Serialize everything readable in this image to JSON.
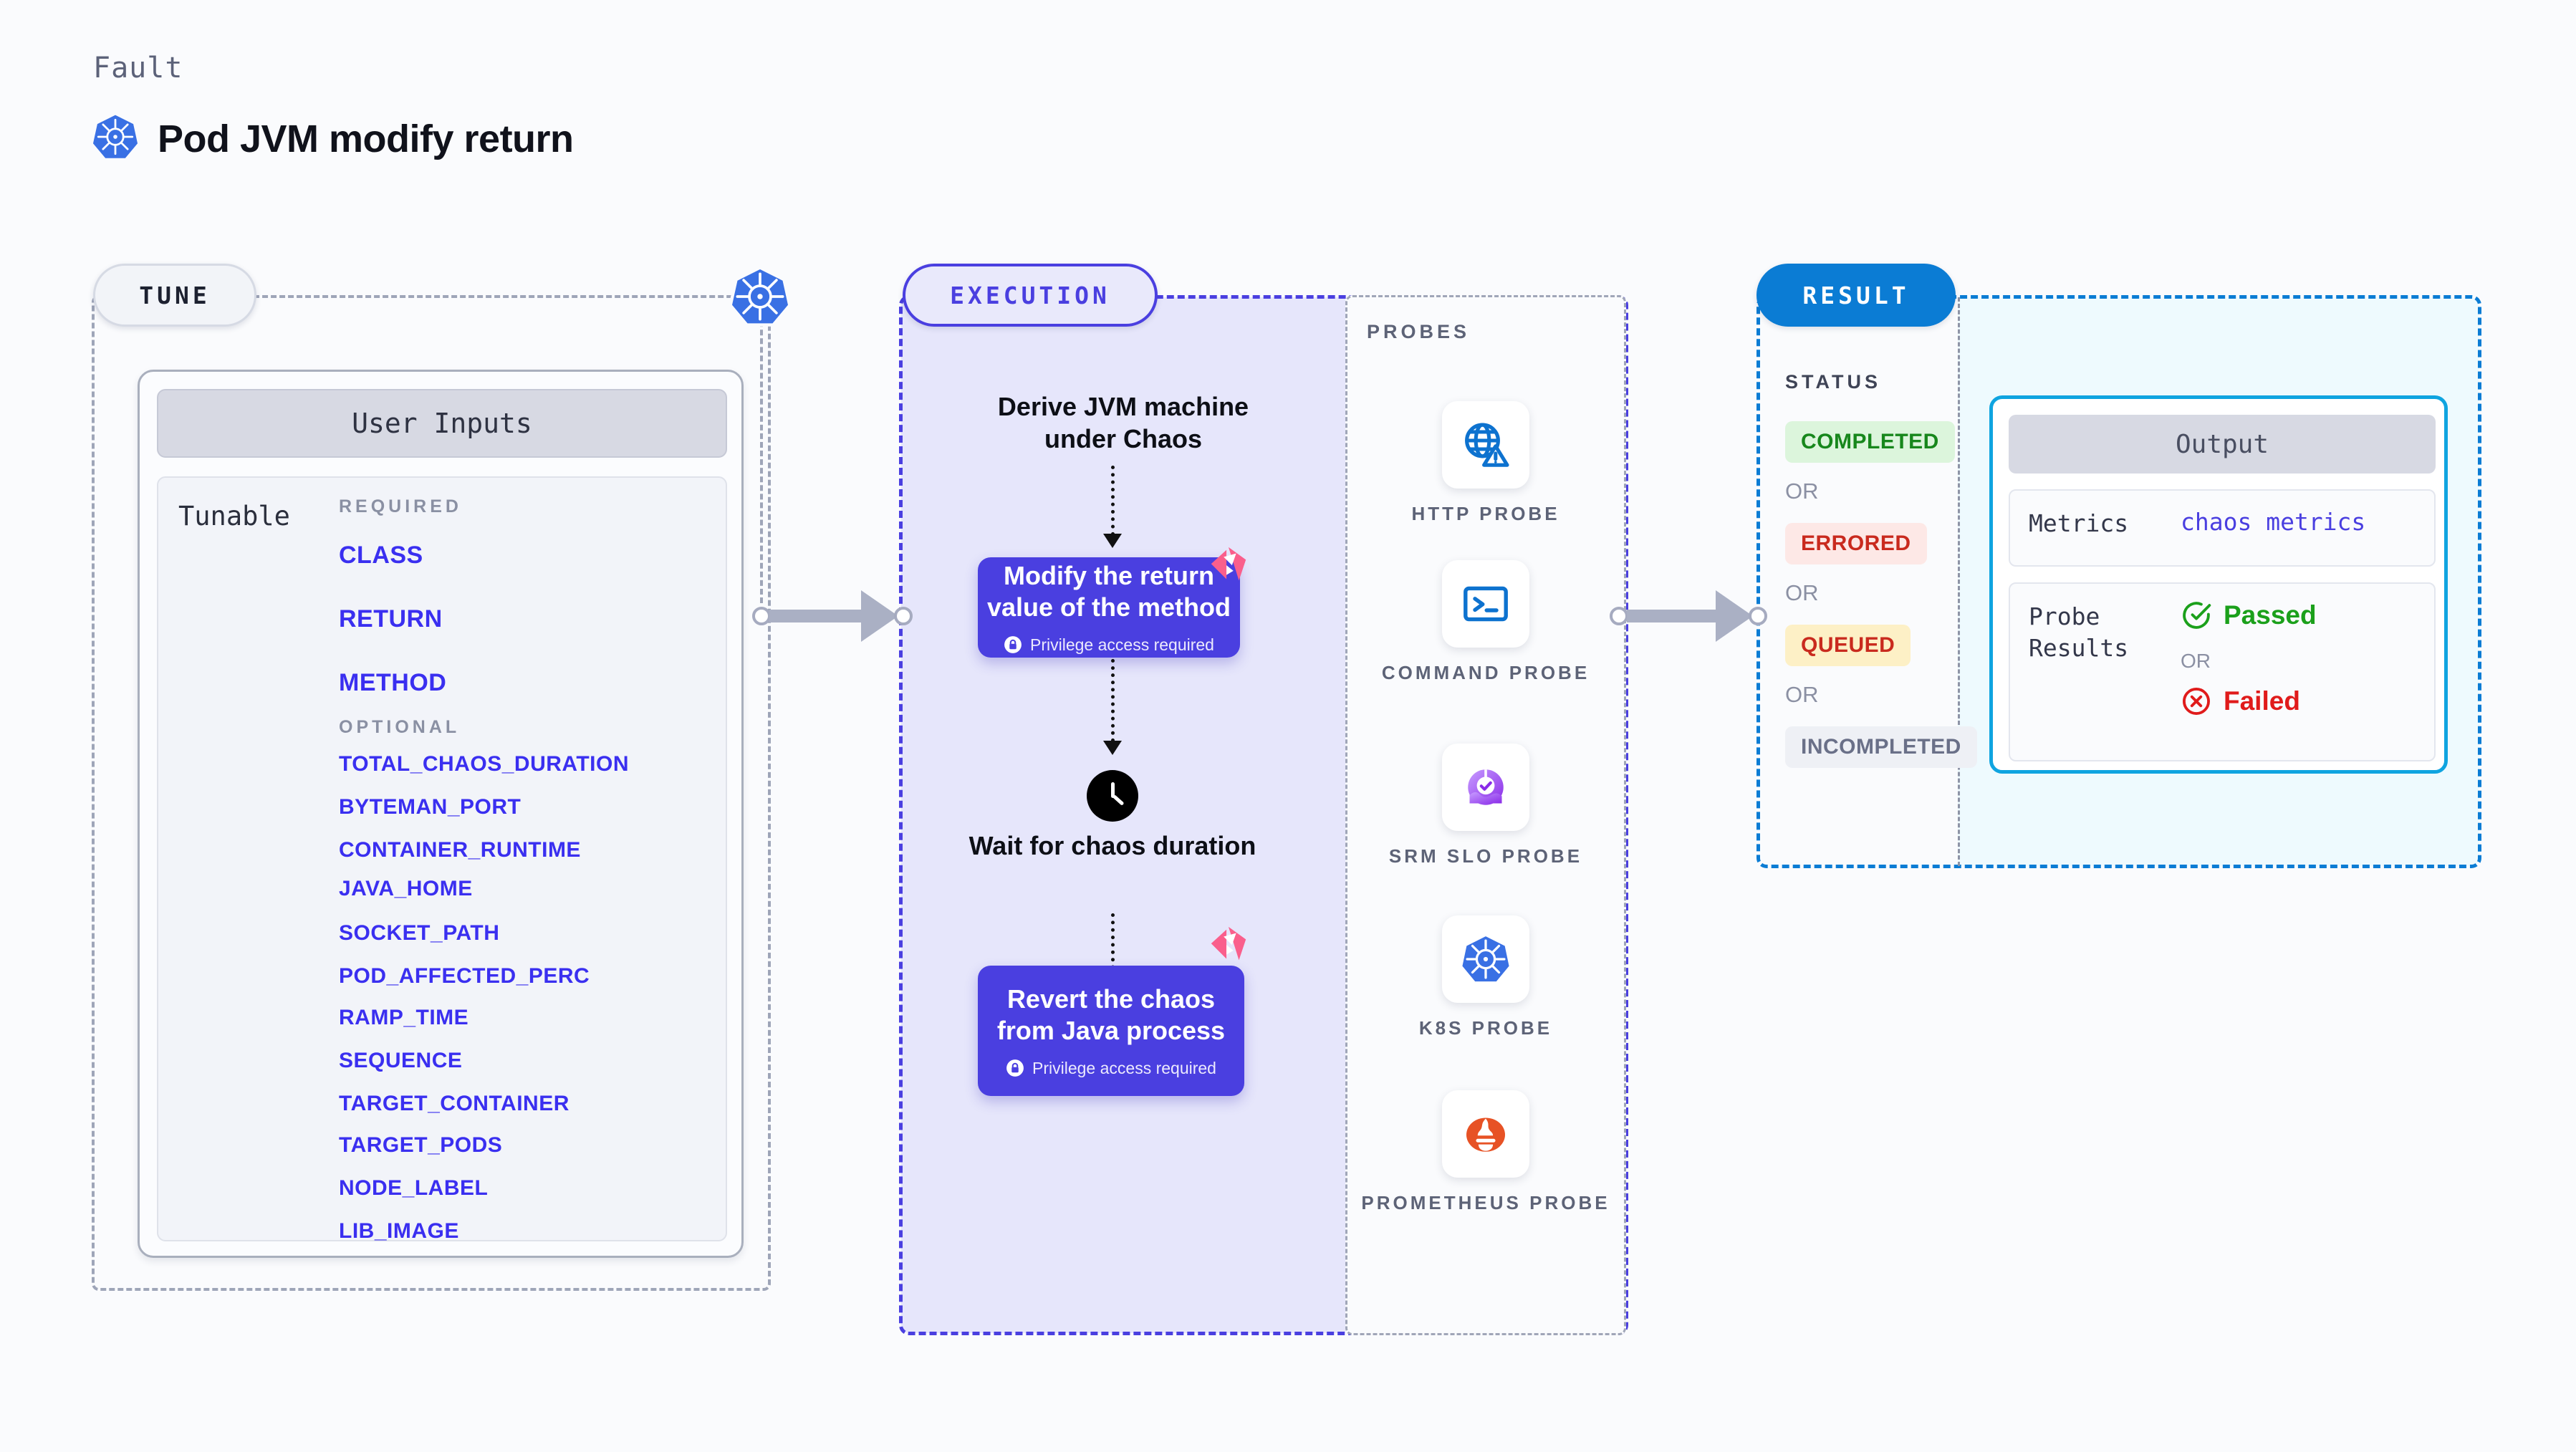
{
  "header": {
    "eyebrow": "Fault",
    "title": "Pod JVM modify return",
    "icon": "kubernetes-icon"
  },
  "tune": {
    "pill_label": "TUNE",
    "card_title": "User Inputs",
    "tunable_label": "Tunable",
    "required_label": "REQUIRED",
    "optional_label": "OPTIONAL",
    "required": [
      "CLASS",
      "RETURN",
      "METHOD"
    ],
    "optional": [
      "TOTAL_CHAOS_DURATION",
      "BYTEMAN_PORT",
      "CONTAINER_RUNTIME",
      "JAVA_HOME",
      "SOCKET_PATH",
      "POD_AFFECTED_PERC",
      "RAMP_TIME",
      "SEQUENCE",
      "TARGET_CONTAINER",
      "TARGET_PODS",
      "NODE_LABEL",
      "LIB_IMAGE"
    ]
  },
  "execution": {
    "pill_label": "EXECUTION",
    "steps": [
      {
        "type": "text",
        "label": "Derive JVM machine under Chaos"
      },
      {
        "type": "chaos",
        "label": "Modify the return value of the method",
        "note": "Privilege access required"
      },
      {
        "type": "wait",
        "label": "Wait for chaos duration"
      },
      {
        "type": "chaos",
        "label": "Revert the chaos from Java process",
        "note": "Privilege access required"
      }
    ]
  },
  "probes": {
    "title": "PROBES",
    "items": [
      {
        "label": "HTTP PROBE",
        "icon": "globe-warning-icon"
      },
      {
        "label": "COMMAND PROBE",
        "icon": "terminal-icon"
      },
      {
        "label": "SRM SLO PROBE",
        "icon": "srm-slo-icon"
      },
      {
        "label": "K8S PROBE",
        "icon": "kubernetes-icon"
      },
      {
        "label": "PROMETHEUS PROBE",
        "icon": "prometheus-icon"
      }
    ]
  },
  "result": {
    "pill_label": "RESULT",
    "status_title": "STATUS",
    "or_label": "OR",
    "statuses": [
      {
        "label": "COMPLETED",
        "bg": "#dcf5dc",
        "fg": "#17871c"
      },
      {
        "label": "ERRORED",
        "bg": "#fde8e6",
        "fg": "#c92a1e"
      },
      {
        "label": "QUEUED",
        "bg": "#fdf0c6",
        "fg": "#c92a1e"
      },
      {
        "label": "INCOMPLETED",
        "bg": "#eef0f5",
        "fg": "#6a7088"
      }
    ],
    "output": {
      "title": "Output",
      "metrics_key": "Metrics",
      "metrics_value": "chaos metrics",
      "probe_key": "Probe\nResults",
      "probe_key_line1": "Probe",
      "probe_key_line2": "Results",
      "passed_label": "Passed",
      "failed_label": "Failed",
      "or_label": "OR"
    }
  },
  "colors": {
    "kubernetes_blue": "#3970e4",
    "execution_purple": "#4a3fe0",
    "result_blue": "#0b7cd4",
    "output_cyan": "#0fa4e0",
    "litmus_pink": "#fa5f8c",
    "param_blue": "#3a2ff0"
  }
}
